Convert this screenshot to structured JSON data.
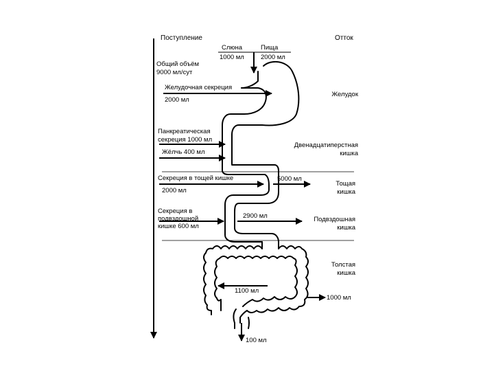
{
  "headers": {
    "inflow": "Поступление",
    "outflow": "Отток"
  },
  "intake": {
    "saliva": {
      "label": "Слюна",
      "volume": "1000 мл"
    },
    "food": {
      "label": "Пища",
      "volume": "2000 мл"
    }
  },
  "total": {
    "line1": "Общий объём",
    "line2": "9000 мл/сут"
  },
  "secretions": {
    "gastric": {
      "label": "Желудочная секреция",
      "volume": "2000 мл"
    },
    "pancreatic": {
      "line1": "Панкреатическая",
      "line2": "секреция 1000 мл"
    },
    "bile": {
      "label": "Жёлчь 400 мл"
    },
    "jejunal": {
      "label": "Секреция в тощей кишке",
      "volume": "2000 мл"
    },
    "ileal": {
      "line1": "Секреция в",
      "line2": "подвздошной",
      "line3": "кишке 600 мл"
    }
  },
  "flows": {
    "jejunum_absorption": "5000 мл",
    "ileum_absorption": "2900 мл",
    "colon_absorption_internal": "1100 мл",
    "colon_absorption_out": "1000 мл",
    "feces": "100 мл"
  },
  "organs": {
    "stomach": "Желудок",
    "duodenum": {
      "line1": "Двенадцатиперстная",
      "line2": "кишка"
    },
    "jejunum": {
      "line1": "Тощая",
      "line2": "кишка"
    },
    "ileum": {
      "line1": "Подвздошная",
      "line2": "кишка"
    },
    "colon": {
      "line1": "Толстая",
      "line2": "кишка"
    }
  }
}
